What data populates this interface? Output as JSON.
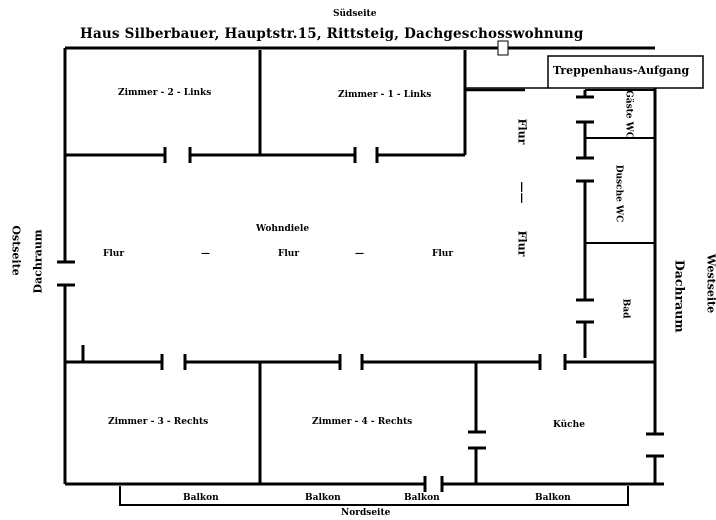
{
  "plan": {
    "title": "Haus Silberbauer, Hauptstr.15, Rittsteig, Dachgeschosswohnung",
    "compass": {
      "south": "Südseite",
      "north": "Nordseite",
      "east": "Ostseite",
      "west": "Westseite"
    },
    "attic": {
      "east": "Dachraum",
      "west": "Dachraum"
    },
    "stairwell": "Treppenhaus-Aufgang",
    "rooms": {
      "zimmer2": "Zimmer - 2 - Links",
      "zimmer1": "Zimmer - 1 - Links",
      "zimmer3": "Zimmer - 3 - Rechts",
      "zimmer4": "Zimmer - 4 - Rechts",
      "kueche": "Küche",
      "gaeste_wc": "Gäste WC",
      "dusche_wc": "Dusche WC",
      "bad": "Bad",
      "wohndiele": "Wohndiele"
    },
    "hall": {
      "flur_1": "Flur",
      "dash_1": "—",
      "flur_2": "Flur",
      "dash_2": "—",
      "flur_3": "Flur",
      "flur_vertical_top": "Flur",
      "dash_vertical": "——",
      "flur_vertical_bottom": "Flur"
    },
    "balcony": {
      "b1": "Balkon",
      "b2": "Balkon",
      "b3": "Balkon",
      "b4": "Balkon"
    }
  }
}
